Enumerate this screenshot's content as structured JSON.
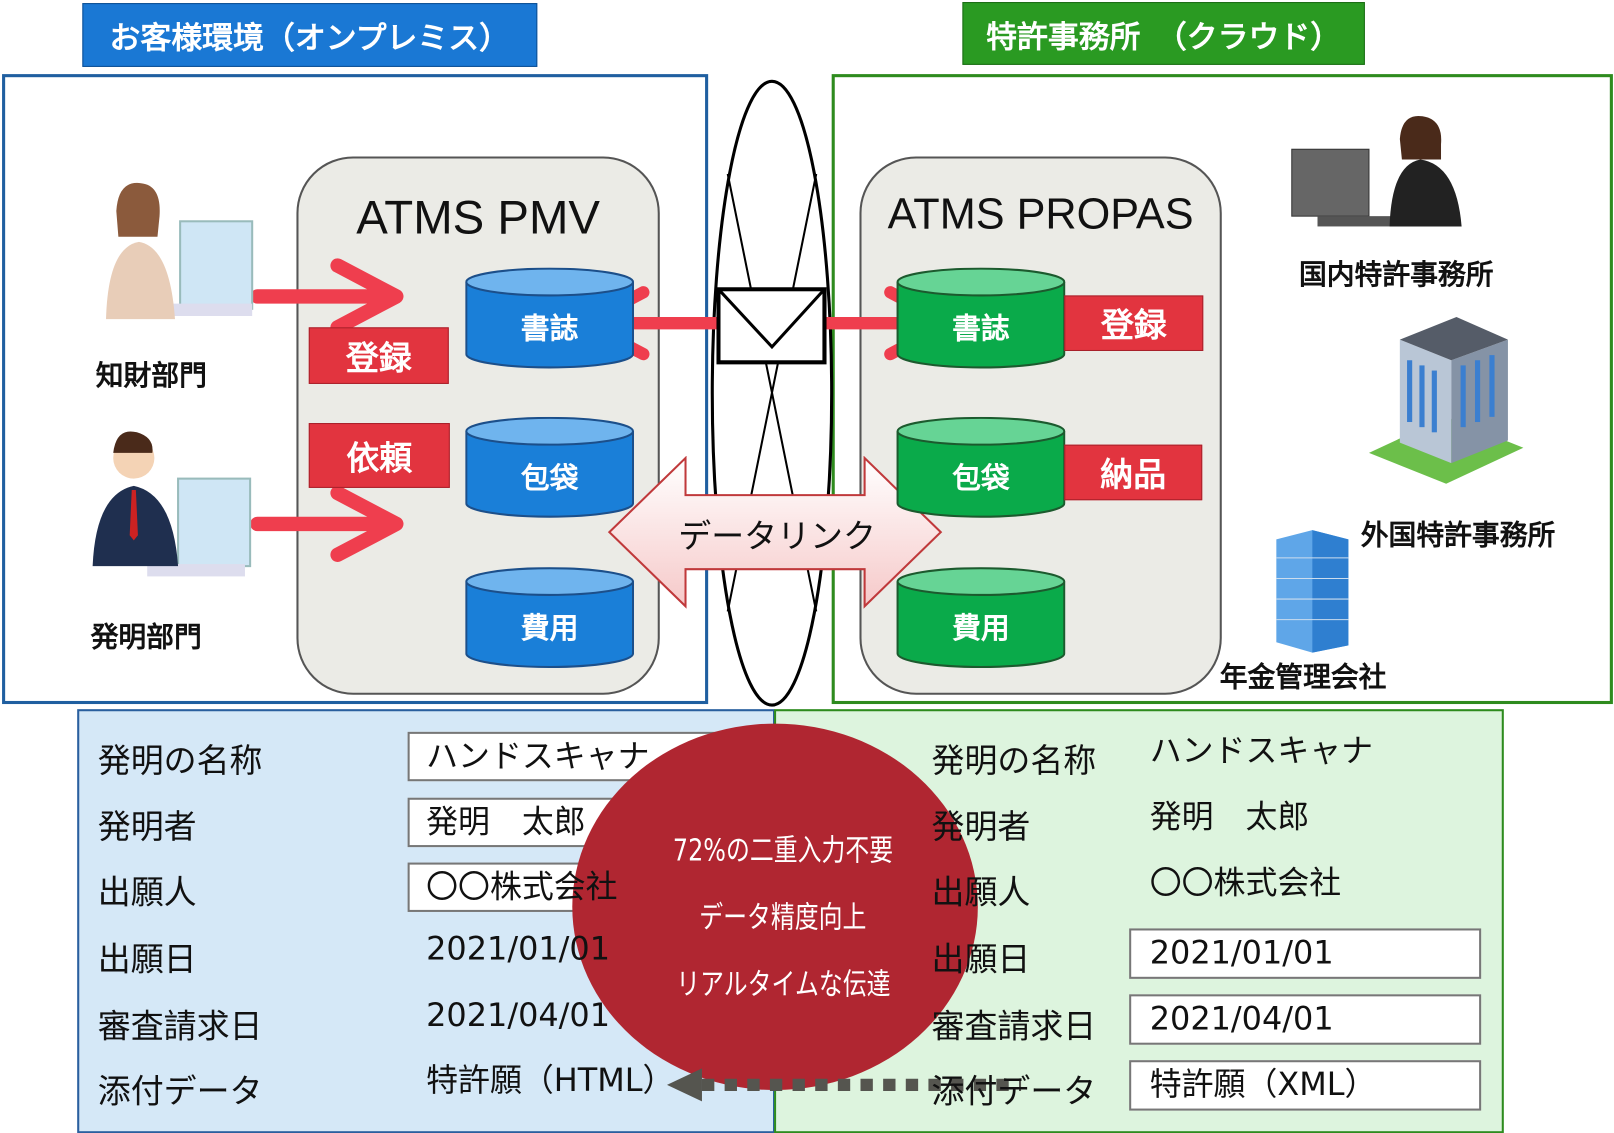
{
  "left_env": {
    "title": "お客様環境（オンプレミス）",
    "color": "#1a78d4"
  },
  "right_env": {
    "title": "特許事務所　（クラウド）",
    "color": "#2a9a22"
  },
  "left_system": {
    "name": "ATMS PMV",
    "databases": [
      "書誌",
      "包袋",
      "費用"
    ],
    "labels": {
      "register": "登録",
      "request": "依頼"
    },
    "departments": [
      "知財部門",
      "発明部門"
    ]
  },
  "right_system": {
    "name": "ATMS PROPAS",
    "databases": [
      "書誌",
      "包袋",
      "費用"
    ],
    "labels": {
      "register": "登録",
      "deliver": "納品"
    },
    "offices": [
      "国内特許事務所",
      "外国特許事務所",
      "年金管理会社"
    ]
  },
  "link_label": "データリンク",
  "form_left": {
    "rows": [
      {
        "label": "発明の名称",
        "value": "ハンドスキャナ"
      },
      {
        "label": "発明者",
        "value": "発明　太郎"
      },
      {
        "label": "出願人",
        "value": "〇〇株式会社"
      },
      {
        "label": "出願日",
        "value": "2021/01/01"
      },
      {
        "label": "審査請求日",
        "value": "2021/04/01"
      },
      {
        "label": "添付データ",
        "value": "特許願（HTML）"
      }
    ]
  },
  "form_right": {
    "rows": [
      {
        "label": "発明の名称",
        "value": "ハンドスキャナ"
      },
      {
        "label": "発明者",
        "value": "発明　太郎"
      },
      {
        "label": "出願人",
        "value": "〇〇株式会社"
      },
      {
        "label": "出願日",
        "value": "2021/01/01"
      },
      {
        "label": "審査請求日",
        "value": "2021/04/01"
      },
      {
        "label": "添付データ",
        "value": "特許願（XML）"
      }
    ]
  },
  "benefits": [
    "72%の二重入力不要",
    "データ精度向上",
    "リアルタイムな伝達"
  ],
  "colors": {
    "red": "#e2343f",
    "circle": "#b02631",
    "blue_db": "#1a7fd8",
    "green_db": "#0aaa4a"
  }
}
